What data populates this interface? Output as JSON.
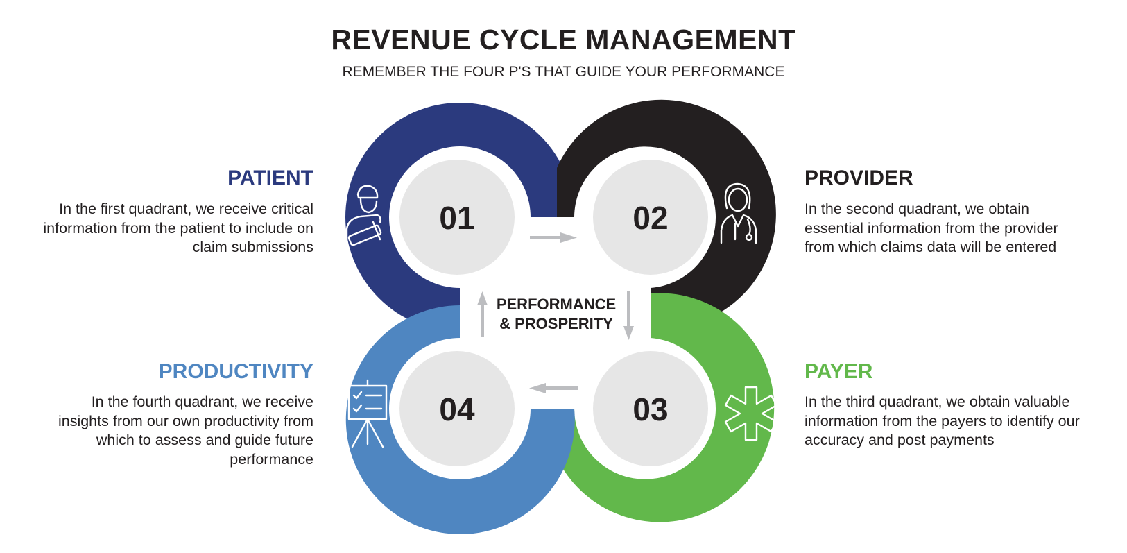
{
  "header": {
    "title": "REVENUE CYCLE MANAGEMENT",
    "subtitle": "REMEMBER THE FOUR P'S THAT GUIDE YOUR PERFORMANCE"
  },
  "center": {
    "line1": "PERFORMANCE",
    "line2": "& PROSPERITY"
  },
  "colors": {
    "patient": "#2b3a7e",
    "provider": "#231f20",
    "payer": "#62b84b",
    "productivity": "#4f86c1",
    "hub": "#e6e6e6",
    "arrow": "#bcbdc0"
  },
  "quadrants": [
    {
      "number": "01",
      "heading": "PATIENT",
      "text": "In the first quadrant, we receive critical information from the patient to include on claim submissions",
      "icon": "patient-icon"
    },
    {
      "number": "02",
      "heading": "PROVIDER",
      "text": "In the second quadrant, we obtain essential information from the provider from which claims data will be entered",
      "icon": "doctor-icon"
    },
    {
      "number": "03",
      "heading": "PAYER",
      "text": "In the third quadrant, we obtain valuable information from the payers to identify our accuracy and post payments",
      "icon": "star-of-life-icon"
    },
    {
      "number": "04",
      "heading": "PRODUCTIVITY",
      "text": "In the fourth quadrant, we receive insights from our own productivity from which to assess and guide future performance",
      "icon": "presentation-board-icon"
    }
  ]
}
